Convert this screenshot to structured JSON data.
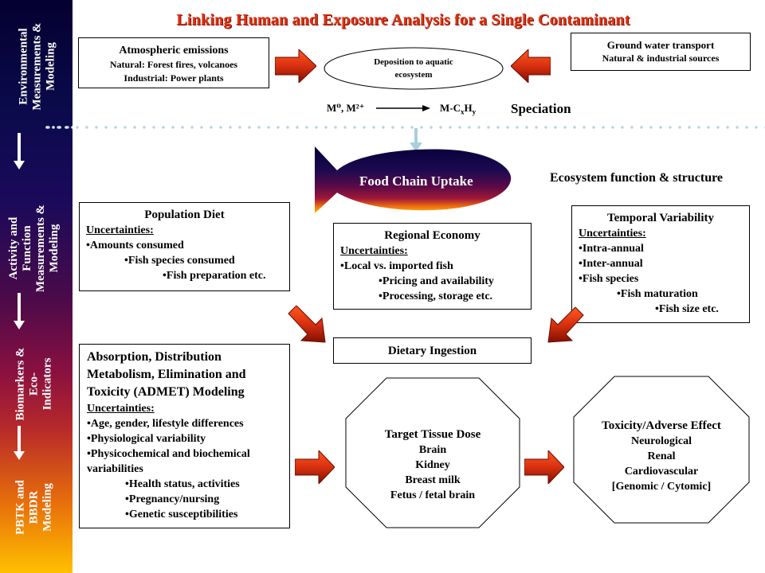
{
  "title": "Linking Human and Exposure Analysis for a Single Contaminant",
  "sidebar": {
    "stages": [
      {
        "lines": [
          "Environmental",
          "Measurements &",
          "Modeling"
        ]
      },
      {
        "lines": [
          "Activity and",
          "Function",
          "Measurements &",
          "Modeling"
        ]
      },
      {
        "lines": [
          "Biomarkers &",
          "Eco-",
          "Indicators"
        ]
      },
      {
        "lines": [
          "PBTK and",
          "BBDR",
          "Modeling"
        ]
      }
    ],
    "arrow_count": 3
  },
  "atmospheric": {
    "title": "Atmospheric emissions",
    "lines": [
      "Natural: Forest fires, volcanoes",
      "Industrial: Power plants"
    ]
  },
  "deposition": {
    "lines": [
      "Deposition to aquatic",
      "ecosystem"
    ]
  },
  "groundwater": {
    "title": "Ground water transport",
    "lines": [
      "Natural & industrial sources"
    ]
  },
  "speciation": {
    "from": "M⁰, M²⁺",
    "to_base": "M-C",
    "to_sub1": "x",
    "to_mid": "H",
    "to_sub2": "y",
    "label": "Speciation"
  },
  "fish": {
    "label": "Food Chain Uptake"
  },
  "ecosystem_label": "Ecosystem function & structure",
  "population_diet": {
    "title": "Population Diet",
    "uncertainties_label": "Uncertainties:",
    "items": [
      {
        "text": "•Amounts consumed",
        "level": 0
      },
      {
        "text": "•Fish species  consumed",
        "level": 1
      },
      {
        "text": "•Fish preparation  etc.",
        "level": 2
      }
    ]
  },
  "regional_economy": {
    "title": "Regional Economy",
    "uncertainties_label": "Uncertainties:",
    "items": [
      {
        "text": "•Local vs. imported fish",
        "level": 0
      },
      {
        "text": "•Pricing and availability",
        "level": 1
      },
      {
        "text": "•Processing, storage etc.",
        "level": 1
      }
    ]
  },
  "temporal_variability": {
    "title": "Temporal Variability",
    "uncertainties_label": "Uncertainties:",
    "items": [
      {
        "text": "•Intra-annual",
        "level": 0
      },
      {
        "text": "•Inter-annual",
        "level": 0
      },
      {
        "text": "•Fish species",
        "level": 0
      },
      {
        "text": "•Fish maturation",
        "level": 1
      },
      {
        "text": "•Fish size  etc.",
        "level": 2
      }
    ]
  },
  "dietary_ingestion": {
    "title": "Dietary Ingestion"
  },
  "admet": {
    "title_lines": [
      "Absorption, Distribution",
      "Metabolism, Elimination and",
      "Toxicity (ADMET) Modeling"
    ],
    "uncertainties_label": "Uncertainties:",
    "items": [
      {
        "text": "•Age, gender, lifestyle  differences",
        "level": 0
      },
      {
        "text": "•Physiological  variability",
        "level": 0
      },
      {
        "text": "•Physicochemical  and biochemical",
        "level": 0
      },
      {
        "text": "variabilities",
        "level": 0
      },
      {
        "text": "•Health status, activities",
        "level": 1
      },
      {
        "text": "•Pregnancy/nursing",
        "level": 1
      },
      {
        "text": "•Genetic susceptibilities",
        "level": 1
      }
    ]
  },
  "target_tissue": {
    "title": "Target Tissue Dose",
    "items": [
      "Brain",
      "Kidney",
      "Breast milk",
      "Fetus / fetal brain"
    ]
  },
  "toxicity": {
    "title": "Toxicity/Adverse Effect",
    "items": [
      "Neurological",
      "Renal",
      "Cardiovascular",
      "[Genomic / Cytomic]"
    ]
  },
  "colors": {
    "title_red": "#e03010",
    "arrow_red": "#d83010",
    "arrow_dark": "#7a1000",
    "dotted_line": "#b8d4e0",
    "down_arrow_light": "#a8d0dc"
  }
}
